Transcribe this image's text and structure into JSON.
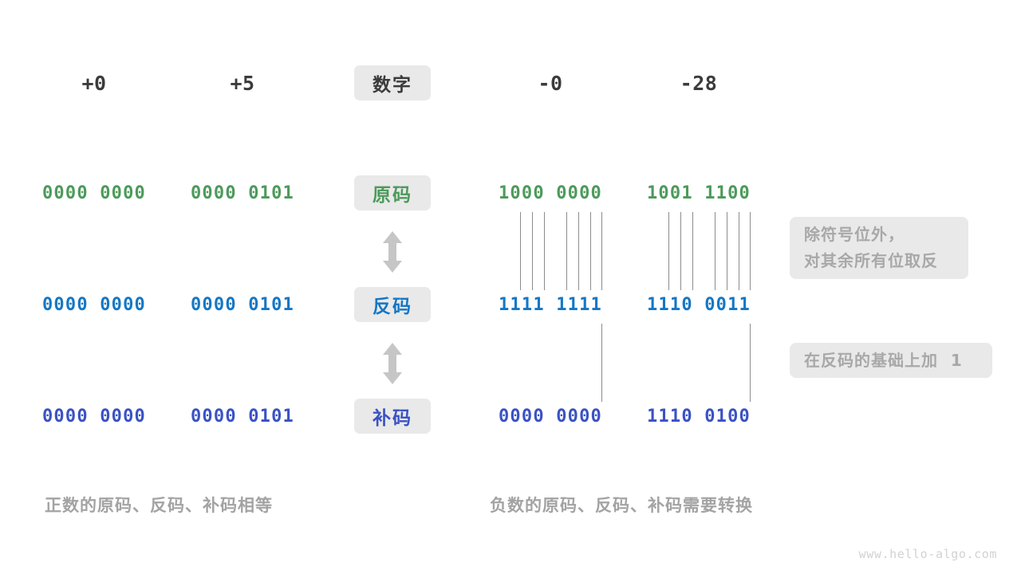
{
  "headers": {
    "columns": [
      {
        "label": "+0",
        "kind": "number"
      },
      {
        "label": "+5",
        "kind": "number"
      },
      {
        "label": "数字",
        "kind": "badge"
      },
      {
        "label": "-0",
        "kind": "number"
      },
      {
        "label": "-28",
        "kind": "number"
      }
    ]
  },
  "rows": [
    {
      "label": "原码",
      "color": "#4c9a5a",
      "values": [
        "0000 0000",
        "0000 0101",
        "1000 0000",
        "1001 1100"
      ]
    },
    {
      "label": "反码",
      "color": "#1577c4",
      "values": [
        "0000 0000",
        "0000 0101",
        "1111 1111",
        "1110 0011"
      ]
    },
    {
      "label": "补码",
      "color": "#3a52c4",
      "values": [
        "0000 0000",
        "0000 0101",
        "0000 0000",
        "1110 0100"
      ]
    }
  ],
  "annotations": [
    {
      "lines": [
        "除符号位外，",
        "对其余所有位取反"
      ]
    },
    {
      "lines": [
        "在反码的基础上加  1"
      ]
    }
  ],
  "captions": {
    "left": "正数的原码、反码、补码相等",
    "right": "负数的原码、反码、补码需要转换"
  },
  "watermark": "www.hello-algo.com",
  "icons": {
    "transform_arrow": "double-arrow-vertical-icon"
  },
  "colors": {
    "badge_background": "#e9e9e9",
    "callout_background": "#e9e9e9",
    "callout_text": "#a8a8a8",
    "caption_text": "#a3a3a3",
    "header_text": "#3b3b3b",
    "line": "#8c8c8c",
    "arrow": "#c6c6c6",
    "watermark_text": "#d2d2d2"
  }
}
